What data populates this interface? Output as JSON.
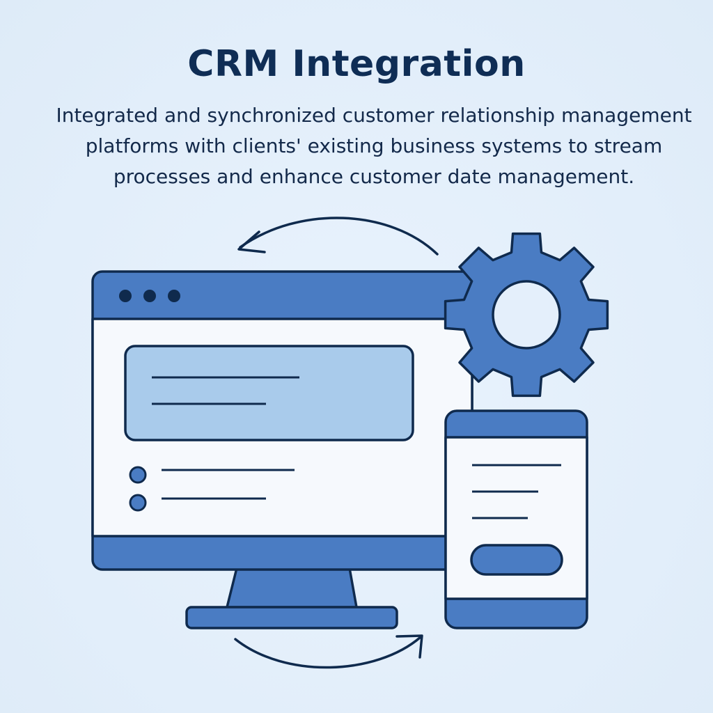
{
  "heading": {
    "title": "CRM Integration",
    "description_lines": [
      "Integrated and synchronized customer relationship management",
      "platforms with clients' existing business systems to stream",
      "processes and enhance customer date management."
    ]
  },
  "colors": {
    "background": "#e4effb",
    "primary_blue": "#4a7cc3",
    "light_blue": "#a9cbeb",
    "outline_navy": "#0f2a4d",
    "screen_white": "#f6f9fd"
  },
  "icons": {
    "top_arrow": "arrow-circular-left-icon",
    "bottom_arrow": "arrow-circular-right-icon",
    "gear": "gear-icon",
    "monitor": "desktop-monitor-icon",
    "phone": "mobile-phone-icon"
  }
}
